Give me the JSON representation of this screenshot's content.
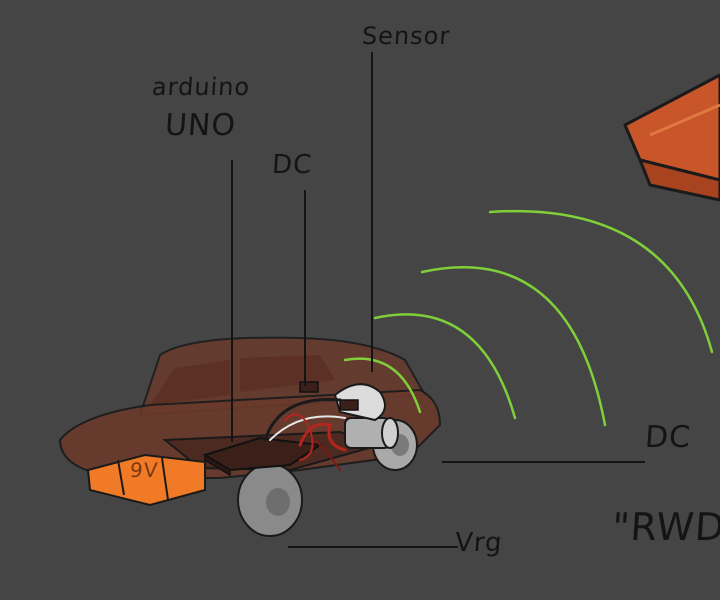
{
  "labels": {
    "sensor": "Sensor",
    "arduino_line1": "arduino",
    "arduino_line2": "UNO",
    "dc_top": "DC",
    "dc_right": "DC",
    "rwd": "\"RWD",
    "battery": "9V",
    "voltage": "Vrg"
  },
  "colors": {
    "background": "#454545",
    "ink": "#141414",
    "car_body": "#6a3a2c",
    "car_outline": "#1a1a1a",
    "signal_waves": "#7fcf3a",
    "battery": "#f07a26",
    "obstacle": "#c9552a",
    "wheel": "#8a8a8a",
    "wire_red": "#b3261e"
  }
}
